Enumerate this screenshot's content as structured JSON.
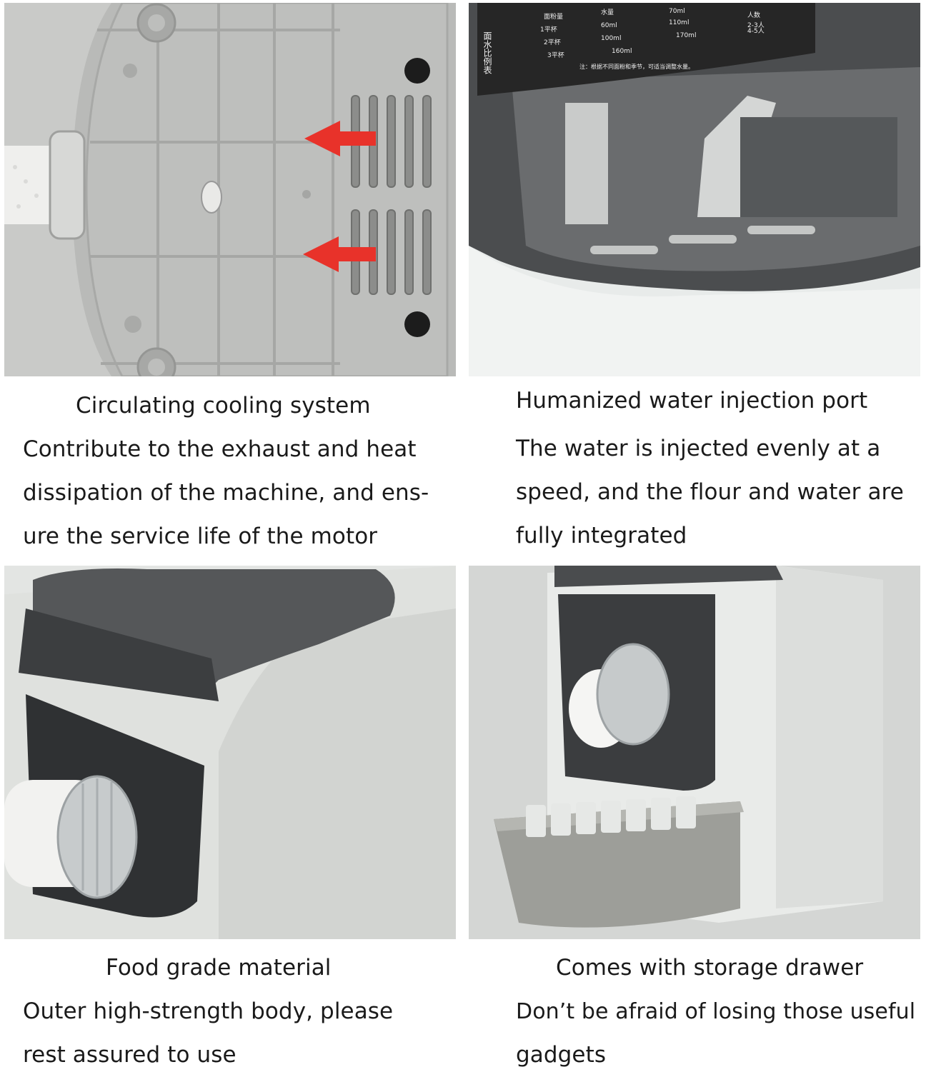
{
  "features": [
    {
      "heading": "Circulating cooling system",
      "description_lines": [
        "Contribute to the exhaust and heat",
        "dissipation of the machine, and ens-",
        "ure the service life of the motor"
      ]
    },
    {
      "heading": "Humanized water injection port",
      "description_lines": [
        "The water is injected evenly at a",
        "speed, and the flour and water are",
        "fully integrated"
      ]
    },
    {
      "heading": "Food grade material",
      "description_lines": [
        "Outer high-strength body, please",
        "rest assured to use"
      ]
    },
    {
      "heading": "Comes with storage drawer",
      "description_lines": [
        "Don’t be afraid of losing those useful",
        "gadgets"
      ]
    }
  ],
  "ratio_label": {
    "title": "面水比例表",
    "header": [
      "面粉量",
      "水量",
      "",
      "人数"
    ],
    "rows": [
      [
        "1平杯",
        "60ml",
        "110ml",
        "2-3人"
      ],
      [
        "2平杯",
        "100ml",
        "170ml",
        "4-5人"
      ],
      [
        "3平杯",
        "160ml",
        "",
        ""
      ]
    ],
    "top_value": "70ml",
    "note": "注：根据不同面粉和季节，可适当调整水量。"
  },
  "colors": {
    "arrow": "#e8322a",
    "machine_body": "#e4e6e3",
    "background_gray": "#d9d9d7",
    "smoked_plastic": "#3a3c3e"
  }
}
